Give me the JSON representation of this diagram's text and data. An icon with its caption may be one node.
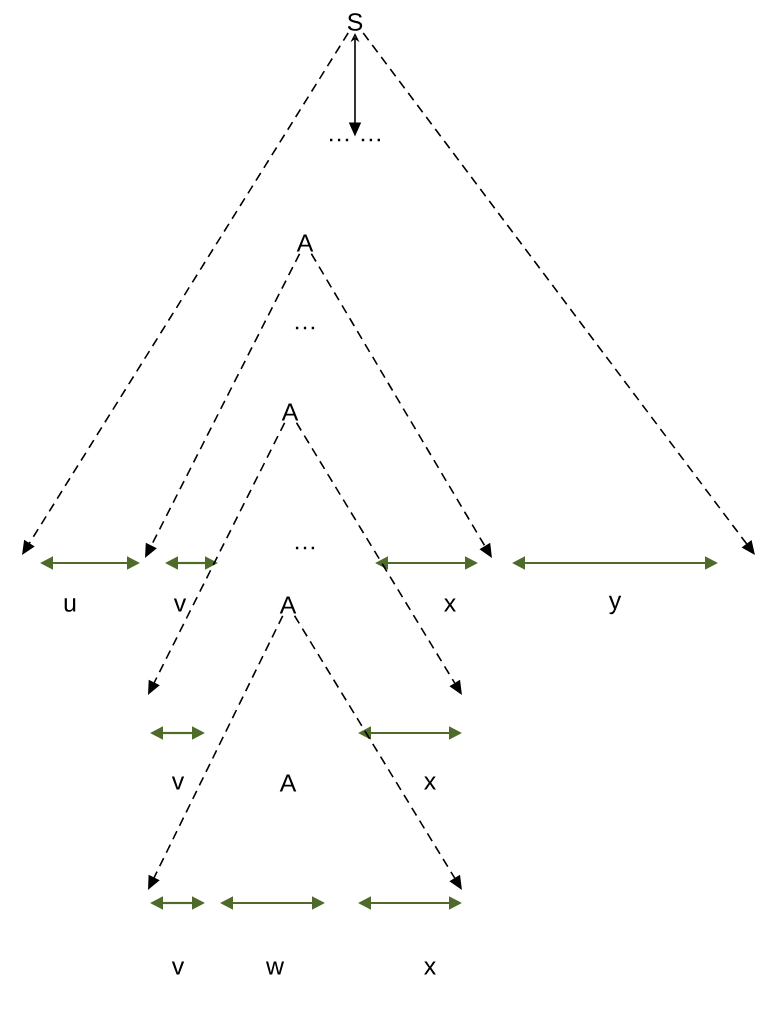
{
  "diagram": {
    "nodes": [
      {
        "text": [
          "S"
        ]
      },
      {
        "text": [
          "… …"
        ]
      },
      {
        "text": [
          "A"
        ]
      },
      {
        "text": [
          "A"
        ]
      },
      {
        "text": [
          "A"
        ]
      }
    ],
    "edges": [
      {
        "from": 0,
        "to": 1,
        "arrow": "both"
      },
      {
        "from": 0,
        "to": null,
        "arrow": "to",
        "style": "dashed"
      },
      {
        "from": 0,
        "to": null,
        "arrow": "to",
        "style": "dashed"
      },
      {
        "from": 2,
        "to": null,
        "arrow": "to",
        "style": "dashed"
      },
      {
        "from": 2,
        "to": null,
        "arrow": "to",
        "style": "dashed"
      },
      {
        "from": 3,
        "to": null,
        "arrow": "to",
        "style": "dashed"
      },
      {
        "from": 3,
        "to": null,
        "arrow": "to",
        "style": "dashed"
      },
      {
        "from": 4,
        "to": null,
        "arrow": "to",
        "style": "dashed"
      },
      {
        "from": 4,
        "to": null,
        "arrow": "to",
        "style": "dashed"
      }
    ],
    "labels": [
      "…",
      "…",
      "u",
      "v",
      "x",
      "y",
      "v",
      "A",
      "x",
      "v",
      "w",
      "x"
    ]
  }
}
